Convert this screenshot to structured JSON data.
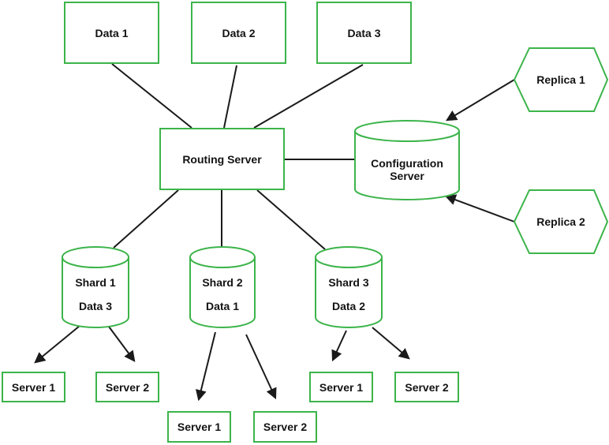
{
  "diagram": {
    "type": "architecture-diagram",
    "subject": "Database sharding with routing server, configuration server, replicas, shards and servers",
    "colors": {
      "shape_border": "#3cb44a",
      "line_color": "#1a1a1a",
      "text_color": "#131313",
      "canvas_bg": "#ffffff"
    },
    "nodes": {
      "data1": {
        "label": "Data 1",
        "shape": "rectangle"
      },
      "data2": {
        "label": "Data 2",
        "shape": "rectangle"
      },
      "data3": {
        "label": "Data 3",
        "shape": "rectangle"
      },
      "routing": {
        "label": "Routing Server",
        "shape": "rectangle"
      },
      "config": {
        "label": "Configuration Server",
        "shape": "cylinder"
      },
      "replica1": {
        "label": "Replica 1",
        "shape": "hexagon"
      },
      "replica2": {
        "label": "Replica 2",
        "shape": "hexagon"
      },
      "shard1": {
        "title": "Shard 1",
        "subtitle": "Data 3",
        "shape": "cylinder"
      },
      "shard2": {
        "title": "Shard 2",
        "subtitle": "Data 1",
        "shape": "cylinder"
      },
      "shard3": {
        "title": "Shard 3",
        "subtitle": "Data 2",
        "shape": "cylinder"
      },
      "shard1_server1": {
        "label": "Server 1",
        "shape": "rectangle"
      },
      "shard1_server2": {
        "label": "Server 2",
        "shape": "rectangle"
      },
      "shard2_server1": {
        "label": "Server 1",
        "shape": "rectangle"
      },
      "shard2_server2": {
        "label": "Server 2",
        "shape": "rectangle"
      },
      "shard3_server1": {
        "label": "Server 1",
        "shape": "rectangle"
      },
      "shard3_server2": {
        "label": "Server 2",
        "shape": "rectangle"
      }
    },
    "edges": [
      {
        "from": "Data 1",
        "to": "Routing Server",
        "arrow": false
      },
      {
        "from": "Data 2",
        "to": "Routing Server",
        "arrow": false
      },
      {
        "from": "Data 3",
        "to": "Routing Server",
        "arrow": false
      },
      {
        "from": "Routing Server",
        "to": "Configuration Server",
        "arrow": false
      },
      {
        "from": "Replica 1",
        "to": "Configuration Server",
        "arrow": true
      },
      {
        "from": "Replica 2",
        "to": "Configuration Server",
        "arrow": true
      },
      {
        "from": "Routing Server",
        "to": "Shard 1",
        "arrow": false
      },
      {
        "from": "Routing Server",
        "to": "Shard 2",
        "arrow": false
      },
      {
        "from": "Routing Server",
        "to": "Shard 3",
        "arrow": false
      },
      {
        "from": "Shard 1",
        "to": "Server 1",
        "arrow": true
      },
      {
        "from": "Shard 1",
        "to": "Server 2",
        "arrow": true
      },
      {
        "from": "Shard 2",
        "to": "Server 1",
        "arrow": true
      },
      {
        "from": "Shard 2",
        "to": "Server 2",
        "arrow": true
      },
      {
        "from": "Shard 3",
        "to": "Server 1",
        "arrow": true
      },
      {
        "from": "Shard 3",
        "to": "Server 2",
        "arrow": true
      }
    ]
  }
}
